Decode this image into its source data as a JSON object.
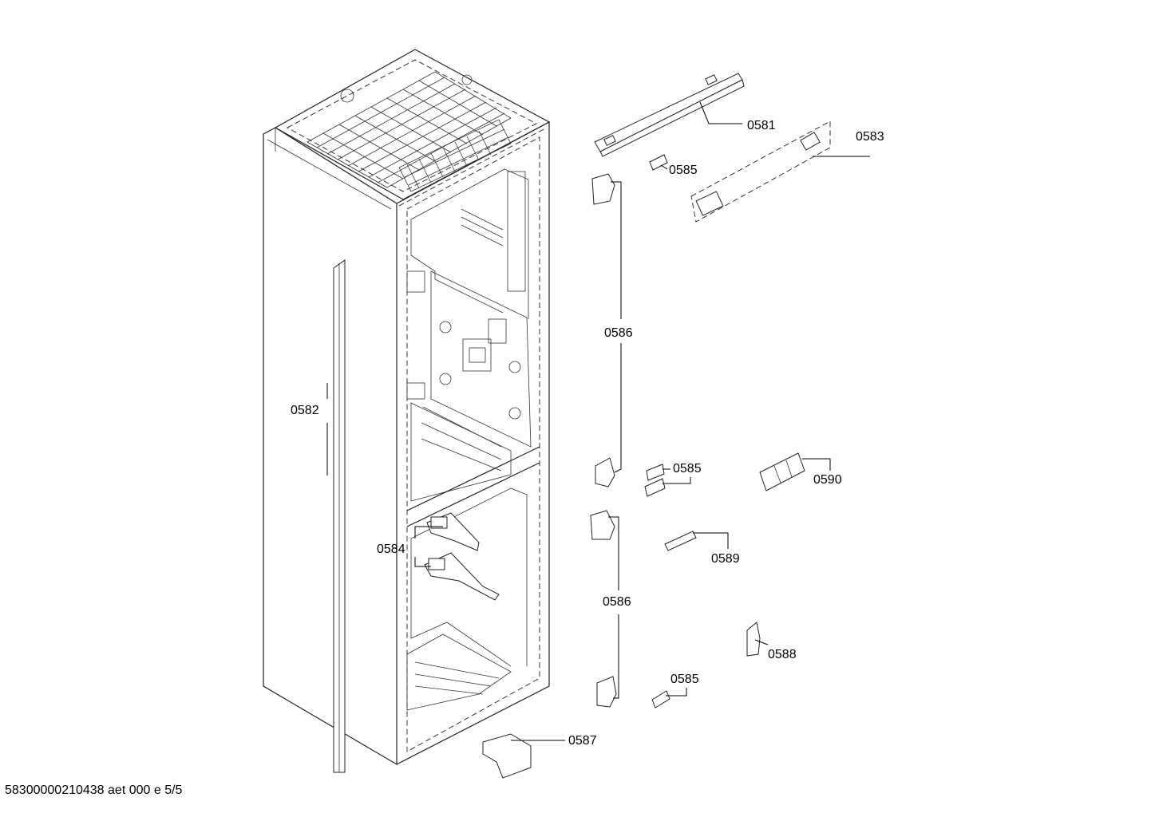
{
  "labels": {
    "p0581": "0581",
    "p0582": "0582",
    "p0583": "0583",
    "p0584": "0584",
    "p0585_a": "0585",
    "p0585_b": "0585",
    "p0585_c": "0585",
    "p0586_a": "0586",
    "p0586_b": "0586",
    "p0587": "0587",
    "p0588": "0588",
    "p0589": "0589",
    "p0590": "0590"
  },
  "footer": "58300000210438 aet 000 e 5/5"
}
